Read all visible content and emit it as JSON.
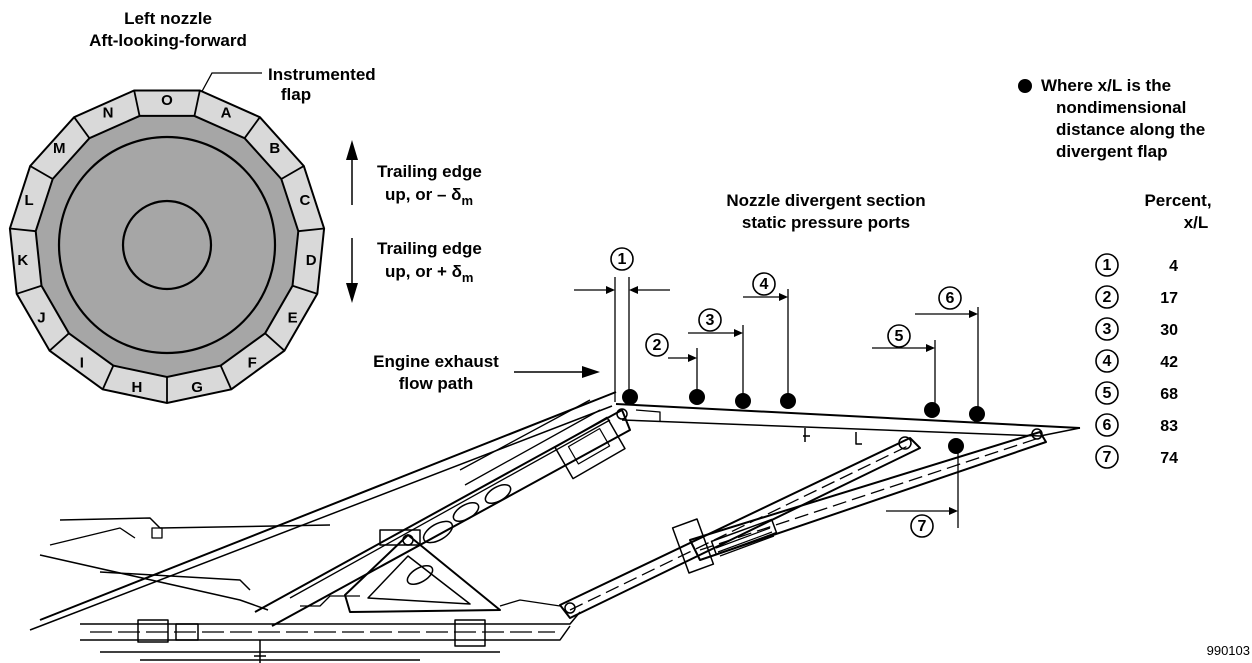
{
  "title": {
    "line1": "Left nozzle",
    "line2": "Aft-looking-forward"
  },
  "instrumented_flap": {
    "line1": "Instrumented",
    "line2": "flap"
  },
  "segments": [
    "O",
    "A",
    "B",
    "C",
    "D",
    "E",
    "F",
    "G",
    "H",
    "I",
    "J",
    "K",
    "L",
    "M",
    "N"
  ],
  "trailing_up": {
    "line1": "Trailing edge",
    "line2": "up, or – δ",
    "sub": "m"
  },
  "trailing_down": {
    "line1": "Trailing edge",
    "line2": "up, or + δ",
    "sub": "m"
  },
  "engine_exhaust": {
    "line1": "Engine exhaust",
    "line2": "flow path"
  },
  "ports_title": {
    "line1": "Nozzle divergent section",
    "line2": "static pressure ports"
  },
  "note": {
    "line1": "Where x/L is the",
    "line2": "nondimensional",
    "line3": "distance along the",
    "line4": "divergent flap"
  },
  "table": {
    "header1": "Percent,",
    "header2": "x/L",
    "rows": [
      {
        "port": "1",
        "value": "4"
      },
      {
        "port": "2",
        "value": "17"
      },
      {
        "port": "3",
        "value": "30"
      },
      {
        "port": "4",
        "value": "42"
      },
      {
        "port": "5",
        "value": "68"
      },
      {
        "port": "6",
        "value": "83"
      },
      {
        "port": "7",
        "value": "74"
      }
    ]
  },
  "port_markers": [
    "1",
    "2",
    "3",
    "4",
    "5",
    "6",
    "7"
  ],
  "figure_id": "990103",
  "colors": {
    "segment_fill": "#d9d9d9",
    "inner_fill": "#a6a6a6",
    "line": "#000000"
  }
}
